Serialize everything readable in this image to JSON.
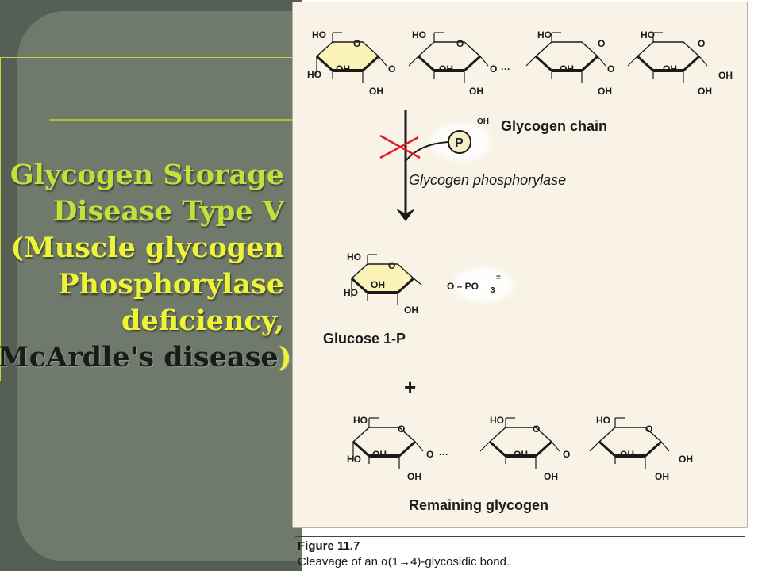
{
  "slide": {
    "title_lines": [
      "Glycogen Storage",
      "Disease Type V",
      "(Muscle glycogen",
      "Phosphorylase",
      "deficiency,",
      "McArdle's disease",
      ")"
    ]
  },
  "figure": {
    "label": "Figure 11.7",
    "caption": "Cleavage of an α(1→4)-glycosidic bond.",
    "glycogen_chain_label": "Glycogen chain",
    "enzyme_label": "Glycogen phosphorylase",
    "phosphate_label": "P",
    "oh_label": "OH",
    "product_label": "Glucose 1-P",
    "plus_label": "+",
    "remaining_label": "Remaining glycogen",
    "po3_label": "O – PO",
    "po3_sub": "3",
    "po3_sup": "=",
    "ellipsis": "···",
    "atoms": {
      "ho": "HO",
      "oh": "OH",
      "o": "O"
    }
  },
  "colors": {
    "slide_bg": "#707a6c",
    "title_green": "#c5e03a",
    "title_yellow": "#eef536",
    "figure_bg": "#f8f3e6",
    "ring_fill": "#fbf3b8",
    "block_mark": "#e0192a"
  }
}
